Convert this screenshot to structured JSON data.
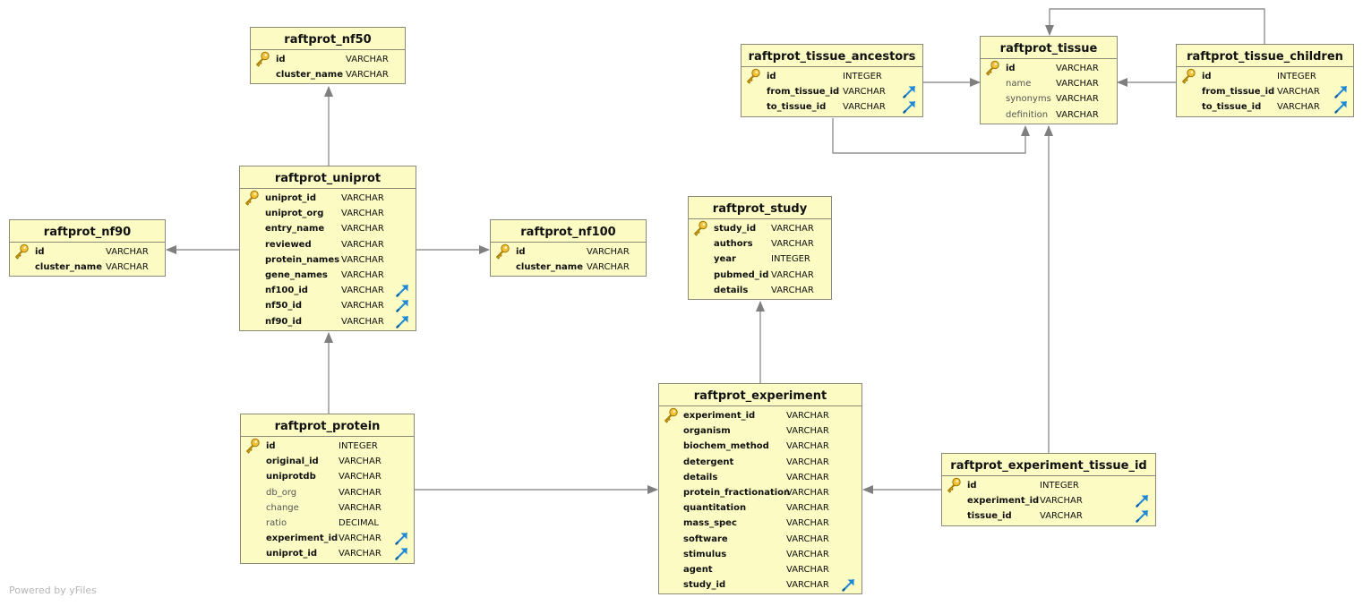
{
  "diagram": {
    "credit": "Powered by yFiles",
    "colors": {
      "table_fill": "#fbfbc3",
      "table_border": "#8a8a7a",
      "edge": "#7f7f7f",
      "key": "#e0a000",
      "fk": "#1e88d6"
    },
    "tables": [
      {
        "id": "nf50",
        "title": "raftprot_nf50",
        "columns": [
          {
            "name": "id",
            "type": "VARCHAR",
            "pk": true,
            "fk": false,
            "bold": true
          },
          {
            "name": "cluster_name",
            "type": "VARCHAR",
            "pk": false,
            "fk": false,
            "bold": true
          }
        ]
      },
      {
        "id": "uniprot",
        "title": "raftprot_uniprot",
        "columns": [
          {
            "name": "uniprot_id",
            "type": "VARCHAR",
            "pk": true,
            "fk": false,
            "bold": true
          },
          {
            "name": "uniprot_org",
            "type": "VARCHAR",
            "pk": false,
            "fk": false,
            "bold": true
          },
          {
            "name": "entry_name",
            "type": "VARCHAR",
            "pk": false,
            "fk": false,
            "bold": true
          },
          {
            "name": "reviewed",
            "type": "VARCHAR",
            "pk": false,
            "fk": false,
            "bold": true
          },
          {
            "name": "protein_names",
            "type": "VARCHAR",
            "pk": false,
            "fk": false,
            "bold": true
          },
          {
            "name": "gene_names",
            "type": "VARCHAR",
            "pk": false,
            "fk": false,
            "bold": true
          },
          {
            "name": "nf100_id",
            "type": "VARCHAR",
            "pk": false,
            "fk": true,
            "bold": true
          },
          {
            "name": "nf50_id",
            "type": "VARCHAR",
            "pk": false,
            "fk": true,
            "bold": true
          },
          {
            "name": "nf90_id",
            "type": "VARCHAR",
            "pk": false,
            "fk": true,
            "bold": true
          }
        ]
      },
      {
        "id": "nf90",
        "title": "raftprot_nf90",
        "columns": [
          {
            "name": "id",
            "type": "VARCHAR",
            "pk": true,
            "fk": false,
            "bold": true
          },
          {
            "name": "cluster_name",
            "type": "VARCHAR",
            "pk": false,
            "fk": false,
            "bold": true
          }
        ]
      },
      {
        "id": "nf100",
        "title": "raftprot_nf100",
        "columns": [
          {
            "name": "id",
            "type": "VARCHAR",
            "pk": true,
            "fk": false,
            "bold": true
          },
          {
            "name": "cluster_name",
            "type": "VARCHAR",
            "pk": false,
            "fk": false,
            "bold": true
          }
        ]
      },
      {
        "id": "protein",
        "title": "raftprot_protein",
        "columns": [
          {
            "name": "id",
            "type": "INTEGER",
            "pk": true,
            "fk": false,
            "bold": true
          },
          {
            "name": "original_id",
            "type": "VARCHAR",
            "pk": false,
            "fk": false,
            "bold": true
          },
          {
            "name": "uniprotdb",
            "type": "VARCHAR",
            "pk": false,
            "fk": false,
            "bold": true
          },
          {
            "name": "db_org",
            "type": "VARCHAR",
            "pk": false,
            "fk": false,
            "bold": false
          },
          {
            "name": "change",
            "type": "VARCHAR",
            "pk": false,
            "fk": false,
            "bold": false
          },
          {
            "name": "ratio",
            "type": "DECIMAL",
            "pk": false,
            "fk": false,
            "bold": false
          },
          {
            "name": "experiment_id",
            "type": "VARCHAR",
            "pk": false,
            "fk": true,
            "bold": true
          },
          {
            "name": "uniprot_id",
            "type": "VARCHAR",
            "pk": false,
            "fk": true,
            "bold": true
          }
        ]
      },
      {
        "id": "study",
        "title": "raftprot_study",
        "columns": [
          {
            "name": "study_id",
            "type": "VARCHAR",
            "pk": true,
            "fk": false,
            "bold": true
          },
          {
            "name": "authors",
            "type": "VARCHAR",
            "pk": false,
            "fk": false,
            "bold": true
          },
          {
            "name": "year",
            "type": "INTEGER",
            "pk": false,
            "fk": false,
            "bold": true
          },
          {
            "name": "pubmed_id",
            "type": "VARCHAR",
            "pk": false,
            "fk": false,
            "bold": true
          },
          {
            "name": "details",
            "type": "VARCHAR",
            "pk": false,
            "fk": false,
            "bold": true
          }
        ]
      },
      {
        "id": "experiment",
        "title": "raftprot_experiment",
        "columns": [
          {
            "name": "experiment_id",
            "type": "VARCHAR",
            "pk": true,
            "fk": false,
            "bold": true
          },
          {
            "name": "organism",
            "type": "VARCHAR",
            "pk": false,
            "fk": false,
            "bold": true
          },
          {
            "name": "biochem_method",
            "type": "VARCHAR",
            "pk": false,
            "fk": false,
            "bold": true
          },
          {
            "name": "detergent",
            "type": "VARCHAR",
            "pk": false,
            "fk": false,
            "bold": true
          },
          {
            "name": "details",
            "type": "VARCHAR",
            "pk": false,
            "fk": false,
            "bold": true
          },
          {
            "name": "protein_fractionation",
            "type": "VARCHAR",
            "pk": false,
            "fk": false,
            "bold": true
          },
          {
            "name": "quantitation",
            "type": "VARCHAR",
            "pk": false,
            "fk": false,
            "bold": true
          },
          {
            "name": "mass_spec",
            "type": "VARCHAR",
            "pk": false,
            "fk": false,
            "bold": true
          },
          {
            "name": "software",
            "type": "VARCHAR",
            "pk": false,
            "fk": false,
            "bold": true
          },
          {
            "name": "stimulus",
            "type": "VARCHAR",
            "pk": false,
            "fk": false,
            "bold": true
          },
          {
            "name": "agent",
            "type": "VARCHAR",
            "pk": false,
            "fk": false,
            "bold": true
          },
          {
            "name": "study_id",
            "type": "VARCHAR",
            "pk": false,
            "fk": true,
            "bold": true
          }
        ]
      },
      {
        "id": "exp_tissue",
        "title": "raftprot_experiment_tissue_id",
        "columns": [
          {
            "name": "id",
            "type": "INTEGER",
            "pk": true,
            "fk": false,
            "bold": true
          },
          {
            "name": "experiment_id",
            "type": "VARCHAR",
            "pk": false,
            "fk": true,
            "bold": true
          },
          {
            "name": "tissue_id",
            "type": "VARCHAR",
            "pk": false,
            "fk": true,
            "bold": true
          }
        ]
      },
      {
        "id": "tissue_ancestors",
        "title": "raftprot_tissue_ancestors",
        "columns": [
          {
            "name": "id",
            "type": "INTEGER",
            "pk": true,
            "fk": false,
            "bold": true
          },
          {
            "name": "from_tissue_id",
            "type": "VARCHAR",
            "pk": false,
            "fk": true,
            "bold": true
          },
          {
            "name": "to_tissue_id",
            "type": "VARCHAR",
            "pk": false,
            "fk": true,
            "bold": true
          }
        ]
      },
      {
        "id": "tissue",
        "title": "raftprot_tissue",
        "columns": [
          {
            "name": "id",
            "type": "VARCHAR",
            "pk": true,
            "fk": false,
            "bold": true
          },
          {
            "name": "name",
            "type": "VARCHAR",
            "pk": false,
            "fk": false,
            "bold": false
          },
          {
            "name": "synonyms",
            "type": "VARCHAR",
            "pk": false,
            "fk": false,
            "bold": false
          },
          {
            "name": "definition",
            "type": "VARCHAR",
            "pk": false,
            "fk": false,
            "bold": false
          }
        ]
      },
      {
        "id": "tissue_children",
        "title": "raftprot_tissue_children",
        "columns": [
          {
            "name": "id",
            "type": "INTEGER",
            "pk": true,
            "fk": false,
            "bold": true
          },
          {
            "name": "from_tissue_id",
            "type": "VARCHAR",
            "pk": false,
            "fk": true,
            "bold": true
          },
          {
            "name": "to_tissue_id",
            "type": "VARCHAR",
            "pk": false,
            "fk": true,
            "bold": true
          }
        ]
      }
    ],
    "relations": [
      {
        "from": "uniprot",
        "to": "nf50"
      },
      {
        "from": "uniprot",
        "to": "nf90"
      },
      {
        "from": "uniprot",
        "to": "nf100"
      },
      {
        "from": "protein",
        "to": "uniprot"
      },
      {
        "from": "protein",
        "to": "experiment"
      },
      {
        "from": "experiment",
        "to": "study"
      },
      {
        "from": "exp_tissue",
        "to": "experiment"
      },
      {
        "from": "exp_tissue",
        "to": "tissue"
      },
      {
        "from": "tissue_ancestors",
        "to": "tissue"
      },
      {
        "from": "tissue_ancestors",
        "to": "tissue"
      },
      {
        "from": "tissue_children",
        "to": "tissue"
      },
      {
        "from": "tissue_children",
        "to": "tissue"
      }
    ]
  }
}
